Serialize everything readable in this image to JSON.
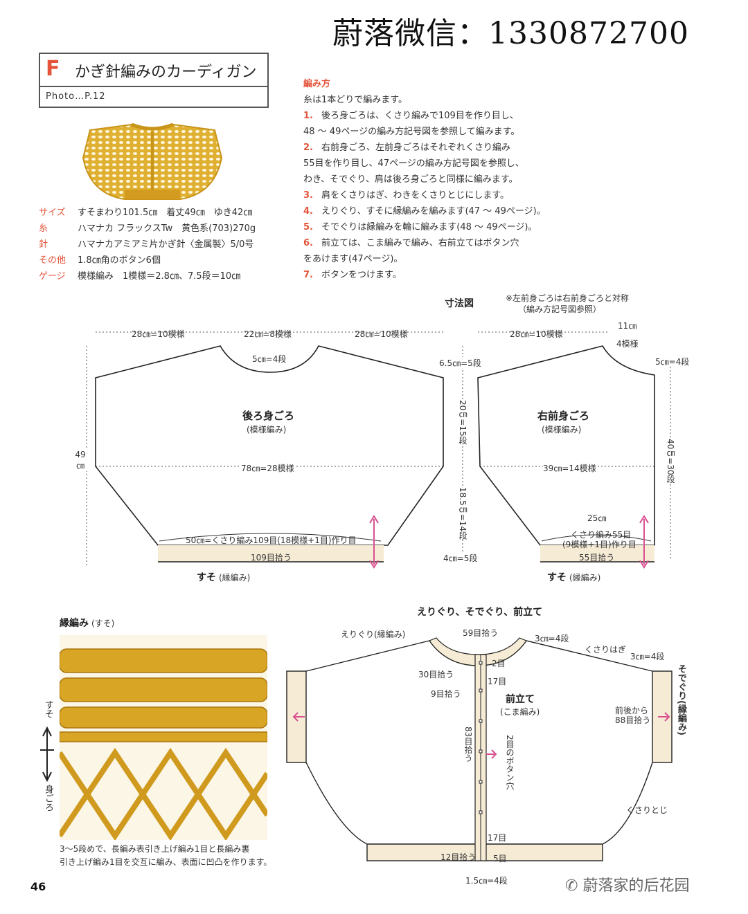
{
  "header": {
    "watermark_title": "蔚落微信：1330872700"
  },
  "title": {
    "letter": "F",
    "text": "かぎ針編みのカーディガン",
    "photo": "Photo…P.12"
  },
  "specs": [
    {
      "key": "サイズ",
      "value": "すそまわり101.5㎝　着丈49㎝　ゆき42㎝"
    },
    {
      "key": "糸",
      "value": "ハマナカ フラックスTw　黄色系(703)270g"
    },
    {
      "key": "針",
      "value": "ハマナカアミアミ片かぎ針〈金属製〉5/0号"
    },
    {
      "key": "その他",
      "value": "1.8㎝角のボタン6個"
    },
    {
      "key": "ゲージ",
      "value": "模様編み　1模様＝2.8㎝、7.5段＝10㎝"
    }
  ],
  "method": {
    "title": "編み方",
    "intro": "糸は1本どりで編みます。",
    "steps": [
      {
        "n": "1.",
        "lines": [
          "後ろ身ごろは、くさり編みで109目を作り目し、",
          "48 ～ 49ページの編み方記号図を参照して編みます。"
        ]
      },
      {
        "n": "2.",
        "lines": [
          "右前身ごろ、左前身ごろはそれぞれくさり編み",
          "55目を作り目し、47ページの編み方記号図を参照し、",
          "わき、そでぐり、肩は後ろ身ごろと同様に編みます。"
        ]
      },
      {
        "n": "3.",
        "lines": [
          "肩をくさりはぎ、わきをくさりとじにします。"
        ]
      },
      {
        "n": "4.",
        "lines": [
          "えりぐり、すそに縁編みを編みます(47 ～ 49ページ)。"
        ]
      },
      {
        "n": "5.",
        "lines": [
          "そでぐりは縁編みを輪に編みます(48 ～ 49ページ)。"
        ]
      },
      {
        "n": "6.",
        "lines": [
          "前立ては、こま編みで編み、右前立てはボタン穴",
          "をあけます(47ページ)。"
        ]
      },
      {
        "n": "7.",
        "lines": [
          "ボタンをつけます。"
        ]
      }
    ]
  },
  "diagram": {
    "title": "寸法図",
    "note1": "※左前身ごろは右前身ごろと対称",
    "note2": "（編み方記号図参照）",
    "back": {
      "w1": "28㎝=10模様",
      "w2": "22㎝=8模様",
      "w3": "28㎝=10模様",
      "neck": "5㎝=4段",
      "name": "後ろ身ごろ",
      "stitch": "(模様編み)",
      "width": "78㎝=28模様",
      "height": "49㎝",
      "start": "50㎝=くさり編み109目(18模様+1目)作り目",
      "pick": "109目拾う",
      "hem": "すそ",
      "hem_stitch": "(縁編み)"
    },
    "mid": {
      "a": "6.5㎝=5段",
      "b": "20㎝=15段",
      "c": "18.5㎝=14段",
      "d": "4㎝=5段"
    },
    "front": {
      "w1": "28㎝=10模様",
      "w2a": "11㎝",
      "w2b": "4模様",
      "shoulder": "5㎝=4段",
      "name": "右前身ごろ",
      "stitch": "(模様編み)",
      "width": "39㎝=14模様",
      "height": "40㎝=30段",
      "s1": "25㎝",
      "s2": "くさり編み55目",
      "s3": "(9模様+1目)作り目",
      "pick": "55目拾う",
      "hem": "すそ",
      "hem_stitch": "(縁編み)"
    }
  },
  "swatch": {
    "title": "縁編み",
    "title_sub": "(すそ)",
    "top": "すそ",
    "bottom": "身ごろ",
    "cap1": "3～5段めで、長編み表引き上げ編み1目と長編み裏",
    "cap2": "引き上げ編み1目を交互に編み、表面に凹凸を作ります。"
  },
  "assembly": {
    "title": "えりぐり、そでぐり、前立て",
    "collar": "えりぐり(縁編み)",
    "p59": "59目拾う",
    "c3": "3㎝=4段",
    "seam": "くさりはぎ",
    "s3": "3㎝=4段",
    "p30": "30目拾う",
    "p9": "9目拾う",
    "r2": "2目",
    "r17": "17目",
    "band": "前立て",
    "band_st": "(こま編み)",
    "p83": "83目拾う",
    "btn": "2目のボタン穴",
    "r17b": "17目",
    "p12": "12目拾う",
    "r5": "5目",
    "b15": "1.5㎝=4段",
    "sleeve": "そでぐり(縁編み)",
    "p88a": "前後から",
    "p88b": "88目拾う",
    "side": "くさりとじ"
  },
  "page_number": "46",
  "watermark": "蔚落家的后花园",
  "colors": {
    "accent": "#e4543a",
    "yarn": "#d8a524",
    "band": "#f6ecd6",
    "arrow": "#d94f8f"
  }
}
